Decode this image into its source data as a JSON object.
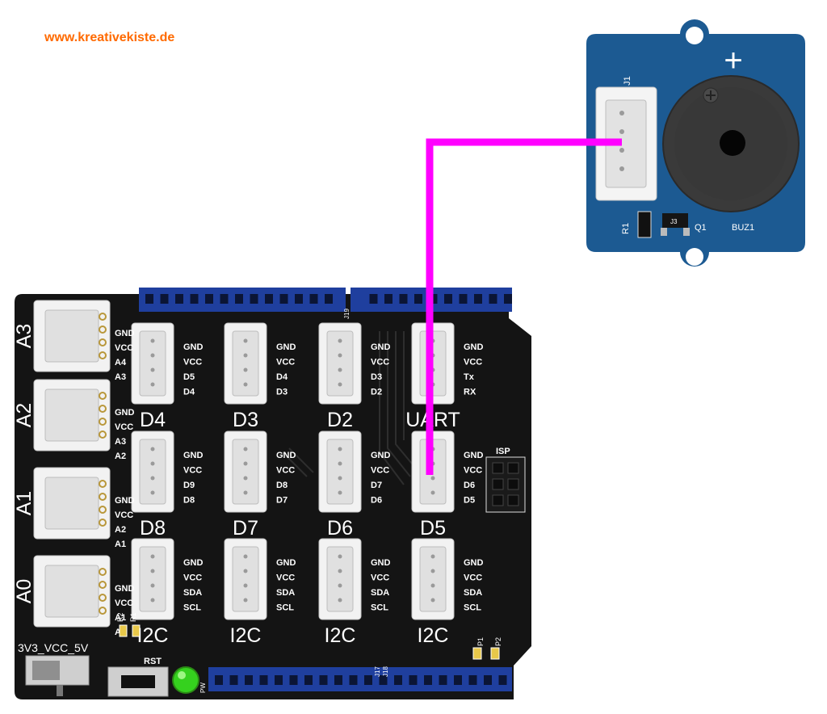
{
  "website": "www.kreativekiste.de",
  "colors": {
    "wire": "#ff00ff",
    "shield_pcb": "#141414",
    "module_pcb": "#1c5a92",
    "header_blue": "#1f3f9e",
    "led_green": "#35d11e",
    "website_orange": "#ff6a00"
  },
  "buzzer_module": {
    "connector_label": "J1",
    "plus_label": "+",
    "r1_label": "R1",
    "q1_label": "Q1",
    "j3_label": "J3",
    "buz_label": "BUZ1"
  },
  "shield": {
    "ports": [
      {
        "id": "D4",
        "label": "D4",
        "pins": [
          "GND",
          "VCC",
          "D5",
          "D4"
        ]
      },
      {
        "id": "D3",
        "label": "D3",
        "pins": [
          "GND",
          "VCC",
          "D4",
          "D3"
        ]
      },
      {
        "id": "D2",
        "label": "D2",
        "pins": [
          "GND",
          "VCC",
          "D3",
          "D2"
        ]
      },
      {
        "id": "UART",
        "label": "UART",
        "pins": [
          "GND",
          "VCC",
          "Tx",
          "RX"
        ]
      },
      {
        "id": "D8",
        "label": "D8",
        "pins": [
          "GND",
          "VCC",
          "D9",
          "D8"
        ]
      },
      {
        "id": "D7",
        "label": "D7",
        "pins": [
          "GND",
          "VCC",
          "D8",
          "D7"
        ]
      },
      {
        "id": "D6",
        "label": "D6",
        "pins": [
          "GND",
          "VCC",
          "D7",
          "D6"
        ]
      },
      {
        "id": "D5",
        "label": "D5",
        "pins": [
          "GND",
          "VCC",
          "D6",
          "D5"
        ]
      },
      {
        "id": "I2C1",
        "label": "I2C",
        "pins": [
          "GND",
          "VCC",
          "SDA",
          "SCL"
        ]
      },
      {
        "id": "I2C2",
        "label": "I2C",
        "pins": [
          "GND",
          "VCC",
          "SDA",
          "SCL"
        ]
      },
      {
        "id": "I2C3",
        "label": "I2C",
        "pins": [
          "GND",
          "VCC",
          "SDA",
          "SCL"
        ]
      },
      {
        "id": "I2C4",
        "label": "I2C",
        "pins": [
          "GND",
          "VCC",
          "SDA",
          "SCL"
        ]
      }
    ],
    "analog_ports": [
      {
        "id": "A3",
        "label": "A3",
        "pins": [
          "GND",
          "VCC",
          "A4",
          "A3"
        ]
      },
      {
        "id": "A2",
        "label": "A2",
        "pins": [
          "GND",
          "VCC",
          "A3",
          "A2"
        ]
      },
      {
        "id": "A1",
        "label": "A1",
        "pins": [
          "GND",
          "VCC",
          "A2",
          "A1"
        ]
      },
      {
        "id": "A0",
        "label": "A0",
        "pins": [
          "GND",
          "VCC",
          "A1",
          "A0"
        ]
      }
    ],
    "isp_label": "ISP",
    "rst_label": "RST",
    "voltage_label": "3V3_VCC_5V",
    "j19_label": "J19",
    "j17_label": "J17",
    "j18_label": "J18",
    "p1_label": "P1",
    "p2_label": "P2",
    "r1_label": "R1",
    "r2_label": "R2",
    "pw_label": "PW"
  }
}
